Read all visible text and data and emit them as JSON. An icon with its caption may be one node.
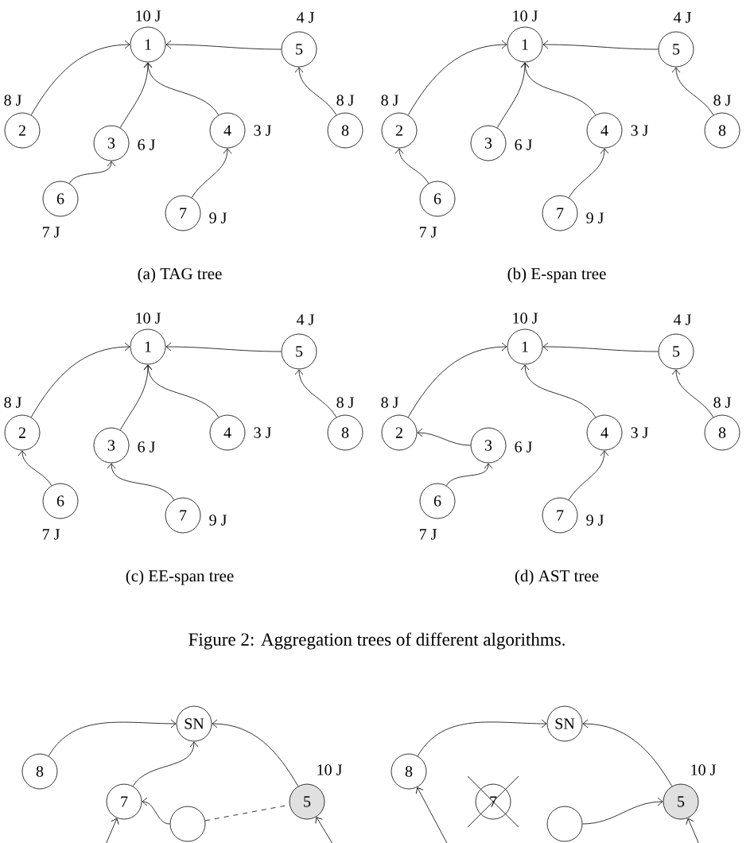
{
  "diagram": {
    "caption": "Figure 2: Aggregation trees of different algorithms.",
    "nodes": [
      {
        "text": [
          "1"
        ],
        "beside": [
          "10 J"
        ]
      },
      {
        "text": [
          "2"
        ],
        "beside": [
          "8 J"
        ]
      },
      {
        "text": [
          "3"
        ],
        "beside": [
          "6 J"
        ]
      },
      {
        "text": [
          "4"
        ],
        "beside": [
          "3 J"
        ]
      },
      {
        "text": [
          "5"
        ],
        "beside": [
          "4 J"
        ]
      },
      {
        "text": [
          "6"
        ],
        "beside": [
          "7 J"
        ]
      },
      {
        "text": [
          "7"
        ],
        "beside": [
          "9 J"
        ]
      },
      {
        "text": [
          "8"
        ],
        "beside": [
          "8 J"
        ]
      },
      {
        "text": [
          "1"
        ],
        "beside": [
          "10 J"
        ]
      },
      {
        "text": [
          "2"
        ],
        "beside": [
          "8 J"
        ]
      },
      {
        "text": [
          "3"
        ],
        "beside": [
          "6 J"
        ]
      },
      {
        "text": [
          "4"
        ],
        "beside": [
          "3 J"
        ]
      },
      {
        "text": [
          "5"
        ],
        "beside": [
          "4 J"
        ]
      },
      {
        "text": [
          "6"
        ],
        "beside": [
          "7 J"
        ]
      },
      {
        "text": [
          "7"
        ],
        "beside": [
          "9 J"
        ]
      },
      {
        "text": [
          "8"
        ],
        "beside": [
          "8 J"
        ]
      },
      {
        "text": [
          "1"
        ],
        "beside": [
          "10 J"
        ]
      },
      {
        "text": [
          "2"
        ],
        "beside": [
          "8 J"
        ]
      },
      {
        "text": [
          "3"
        ],
        "beside": [
          "6 J"
        ]
      },
      {
        "text": [
          "4"
        ],
        "beside": [
          "3 J"
        ]
      },
      {
        "text": [
          "5"
        ],
        "beside": [
          "4 J"
        ]
      },
      {
        "text": [
          "6"
        ],
        "beside": [
          "7 J"
        ]
      },
      {
        "text": [
          "7"
        ],
        "beside": [
          "9 J"
        ]
      },
      {
        "text": [
          "8"
        ],
        "beside": [
          "8 J"
        ]
      },
      {
        "text": [
          "1"
        ],
        "beside": [
          "10 J"
        ]
      },
      {
        "text": [
          "2"
        ],
        "beside": [
          "8 J"
        ]
      },
      {
        "text": [
          "3"
        ],
        "beside": [
          "6 J"
        ]
      },
      {
        "text": [
          "4"
        ],
        "beside": [
          "3 J"
        ]
      },
      {
        "text": [
          "5"
        ],
        "beside": [
          "4 J"
        ]
      },
      {
        "text": [
          "6"
        ],
        "beside": [
          "7 J"
        ]
      },
      {
        "text": [
          "7"
        ],
        "beside": [
          "9 J"
        ]
      },
      {
        "text": [
          "8"
        ],
        "beside": [
          "8 J"
        ]
      },
      {
        "text": [
          "SN"
        ]
      },
      {
        "text": [
          "8"
        ]
      },
      {
        "text": [
          "7"
        ]
      },
      {
        "text": [
          "5"
        ],
        "beside": [
          "10 J"
        ]
      },
      {
        "text": [],
        "shape": "circle"
      },
      {
        "text": [
          "SN"
        ]
      },
      {
        "text": [
          "8"
        ]
      },
      {
        "text": [
          "7"
        ]
      },
      {
        "text": [
          "5"
        ],
        "beside": [
          "10 J"
        ]
      },
      {
        "text": [],
        "shape": "circle"
      }
    ],
    "edges": [
      {
        "from": 1,
        "to": 0,
        "arrow": "to"
      },
      {
        "from": 2,
        "to": 0,
        "arrow": "to"
      },
      {
        "from": 3,
        "to": 0,
        "arrow": "to"
      },
      {
        "from": 4,
        "to": 0,
        "arrow": "to"
      },
      {
        "from": 7,
        "to": 4,
        "arrow": "to"
      },
      {
        "from": 5,
        "to": 2,
        "arrow": "to"
      },
      {
        "from": 6,
        "to": 3,
        "arrow": "to"
      },
      {
        "from": 9,
        "to": 8,
        "arrow": "to"
      },
      {
        "from": 10,
        "to": 8,
        "arrow": "to"
      },
      {
        "from": 11,
        "to": 8,
        "arrow": "to"
      },
      {
        "from": 12,
        "to": 8,
        "arrow": "to"
      },
      {
        "from": 15,
        "to": 12,
        "arrow": "to"
      },
      {
        "from": 13,
        "to": 9,
        "arrow": "to"
      },
      {
        "from": 14,
        "to": 11,
        "arrow": "to"
      },
      {
        "from": 17,
        "to": 16,
        "arrow": "to"
      },
      {
        "from": 18,
        "to": 16,
        "arrow": "to"
      },
      {
        "from": 19,
        "to": 16,
        "arrow": "to"
      },
      {
        "from": 20,
        "to": 16,
        "arrow": "to"
      },
      {
        "from": 23,
        "to": 20,
        "arrow": "to"
      },
      {
        "from": 21,
        "to": 17,
        "arrow": "to"
      },
      {
        "from": 22,
        "to": 18,
        "arrow": "to"
      },
      {
        "from": 25,
        "to": 24,
        "arrow": "to"
      },
      {
        "from": 26,
        "to": 25,
        "arrow": "to"
      },
      {
        "from": 27,
        "to": 24,
        "arrow": "to"
      },
      {
        "from": 28,
        "to": 24,
        "arrow": "to"
      },
      {
        "from": 31,
        "to": 28,
        "arrow": "to"
      },
      {
        "from": 29,
        "to": 26,
        "arrow": "to"
      },
      {
        "from": 30,
        "to": 27,
        "arrow": "to"
      },
      {
        "from": 33,
        "to": 32,
        "arrow": "to"
      },
      {
        "from": 34,
        "to": 32,
        "arrow": "to"
      },
      {
        "from": 35,
        "to": 32,
        "arrow": "to"
      },
      {
        "from": 36,
        "to": 34,
        "arrow": "to"
      },
      {
        "from": 36,
        "to": 35,
        "arrow": "none",
        "style": "dashed"
      },
      {
        "from": null,
        "to": 34,
        "arrow": "to"
      },
      {
        "from": null,
        "to": 35,
        "arrow": "to"
      },
      {
        "from": 38,
        "to": 37,
        "arrow": "to"
      },
      {
        "from": 40,
        "to": 37,
        "arrow": "to"
      },
      {
        "from": 41,
        "to": 40,
        "arrow": "to"
      },
      {
        "from": null,
        "to": 38,
        "arrow": "to"
      },
      {
        "from": null,
        "to": 40,
        "arrow": "to"
      }
    ],
    "labels": [
      "(a)  TAG tree",
      "(b)  E-span tree",
      "(c)  EE-span tree",
      "(d)  AST tree"
    ]
  }
}
